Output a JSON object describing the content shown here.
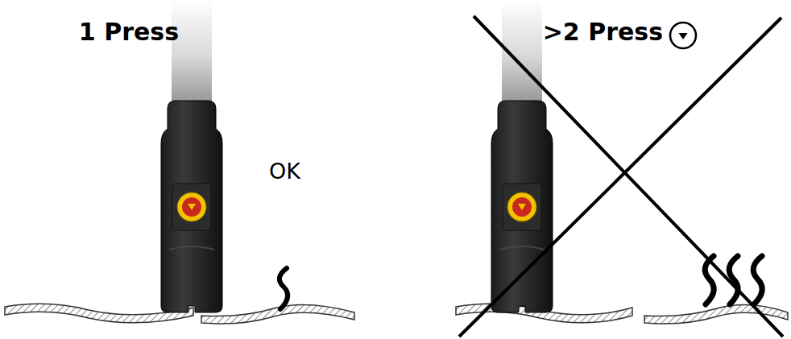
{
  "diagram": {
    "labels": [
      "1 Press",
      ">2 Press",
      "OK"
    ]
  }
}
